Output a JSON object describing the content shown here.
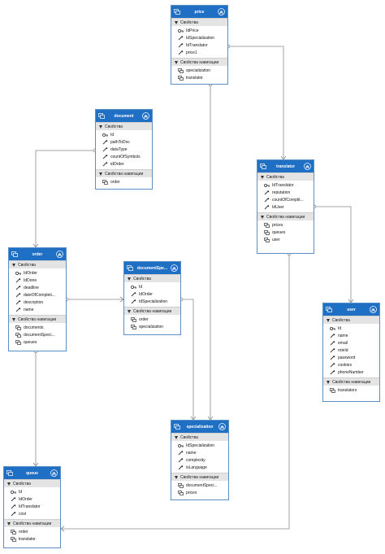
{
  "entities": {
    "price": {
      "title": "price",
      "properties_label": "Свойства",
      "properties": [
        "IdPrice",
        "IdSpecialization",
        "IdTranslator",
        "price1"
      ],
      "navigation_label": "Свойства навигации",
      "navigation": [
        "specialization",
        "translator"
      ]
    },
    "document": {
      "title": "document",
      "properties_label": "Свойства",
      "properties": [
        "Id",
        "pathToDoc",
        "dataType",
        "countOfSymbols",
        "idOrder"
      ],
      "navigation_label": "Свойства навигации",
      "navigation": [
        "order"
      ]
    },
    "translator": {
      "title": "translator",
      "properties_label": "Свойства",
      "properties": [
        "IdTranslator",
        "reputation",
        "countOfComplit...",
        "IdUser"
      ],
      "navigation_label": "Свойства навигации",
      "navigation": [
        "prices",
        "queues",
        "user"
      ]
    },
    "order": {
      "title": "order",
      "properties_label": "Свойства",
      "properties": [
        "IdOrder",
        "IdDone",
        "deadline",
        "dateOfCompleti...",
        "description",
        "name"
      ],
      "navigation_label": "Свойства навигации",
      "navigation": [
        "documents",
        "documentSpeci...",
        "queues"
      ]
    },
    "documentSpe": {
      "title": "documentSpe...",
      "properties_label": "Свойства",
      "properties": [
        "Id",
        "IdOrder",
        "IdSpecialization"
      ],
      "navigation_label": "Свойства навигации",
      "navigation": [
        "order",
        "specialization"
      ]
    },
    "user": {
      "title": "user",
      "properties_label": "Свойства",
      "properties": [
        "Id",
        "name",
        "email",
        "roleId",
        "password",
        "cookies",
        "phoneNumber"
      ],
      "navigation_label": "Свойства навигации",
      "navigation": [
        "translators"
      ]
    },
    "specialization": {
      "title": "specialization",
      "properties_label": "Свойства",
      "properties": [
        "IdSpecialization",
        "name",
        "complexity",
        "isLanguage"
      ],
      "navigation_label": "Свойства навигации",
      "navigation": [
        "documentSpeci...",
        "prices"
      ]
    },
    "queue": {
      "title": "queue",
      "properties_label": "Свойства",
      "properties": [
        "Id",
        "IdOrder",
        "IdTranslator",
        "cost"
      ],
      "navigation_label": "Свойства навигации",
      "navigation": [
        "order",
        "translator"
      ]
    }
  },
  "colors": {
    "header": "#1f6fc5",
    "border": "#5b8fc7",
    "section": "#e4e4e4",
    "link": "#8a8a8a"
  }
}
